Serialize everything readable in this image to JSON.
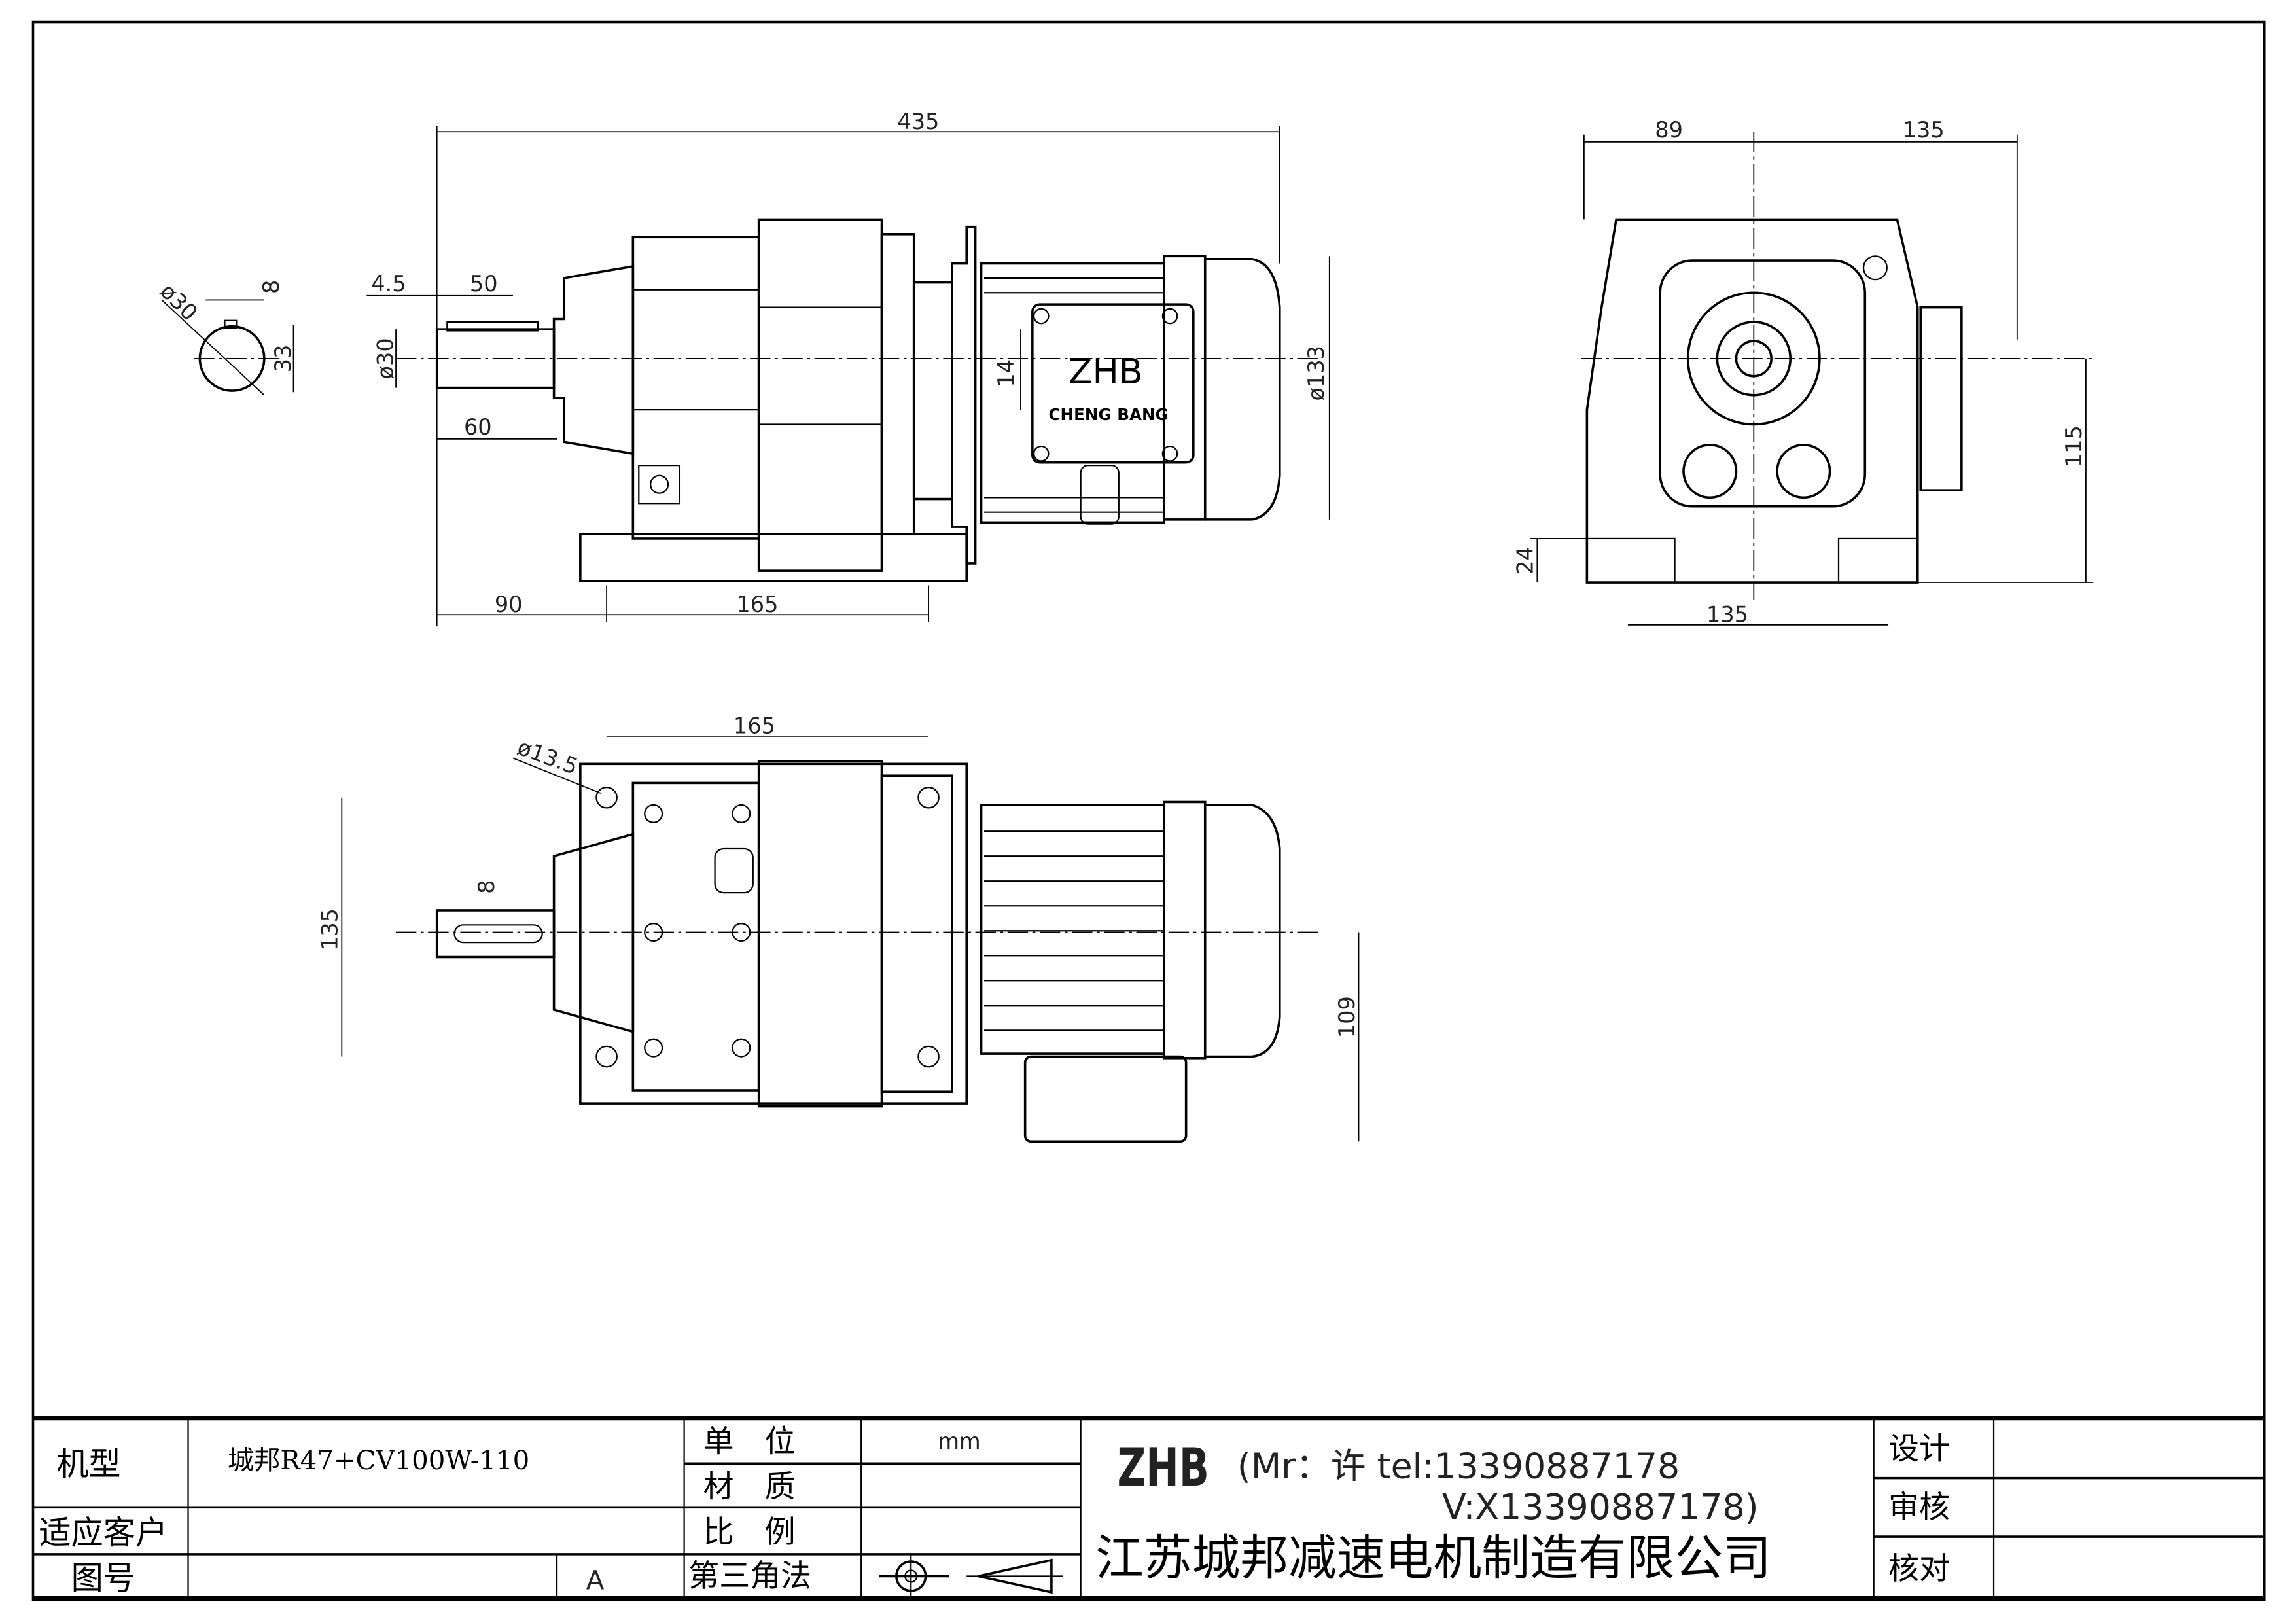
{
  "drawing": {
    "front_view": {
      "overall_length": "435",
      "dim_4_5": "4.5",
      "dim_50": "50",
      "dim_60": "60",
      "shaft_dia": "ø30",
      "dim_90": "90",
      "dim_165": "165",
      "motor_dia": "ø133",
      "dim_14": "14",
      "brand": "ZHB",
      "brand_sub": "CHENG BANG"
    },
    "shaft_section": {
      "dia": "ø30",
      "key": "8",
      "height": "33"
    },
    "end_view": {
      "dim_89": "89",
      "dim_135_top": "135",
      "dim_115": "115",
      "dim_24": "24",
      "dim_135_bottom": "135"
    },
    "top_view": {
      "dim_165": "165",
      "hole_dia": "ø13.5",
      "key": "8",
      "dim_135": "135",
      "dim_109": "109"
    }
  },
  "title_block": {
    "model_label": "机型",
    "model_value": "城邦R47+CV100W-110",
    "customer_label": "适应客户",
    "drawing_no_label": "图号",
    "revision": "A",
    "unit_label": "单　位",
    "unit_value": "mm",
    "material_label": "材　质",
    "scale_label": "比　例",
    "projection_label": "第三角法",
    "brand": "ZHB",
    "contact_line1": "(Mr：许 tel:13390887178",
    "contact_line2": "V:X13390887178)",
    "company": "江苏城邦减速电机制造有限公司",
    "design_label": "设计",
    "review_label": "审核",
    "check_label": "核对"
  }
}
